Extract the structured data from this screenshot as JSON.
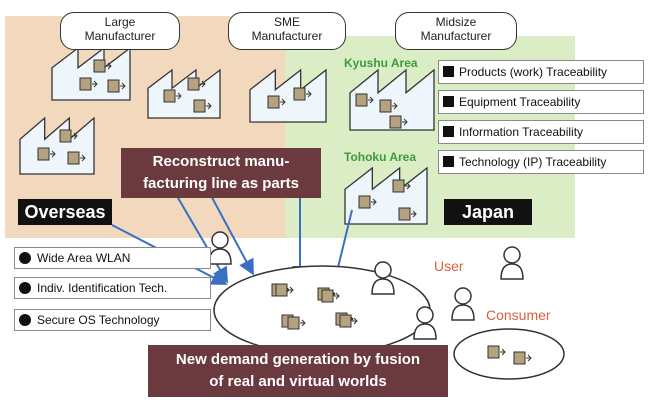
{
  "manufacturers": {
    "large": "Large\nManufacturer",
    "sme": "SME\nManufacturer",
    "midsize": "Midsize\nManufacturer"
  },
  "areas": {
    "kyushu": "Kyushu Area",
    "tohoku": "Tohoku Area"
  },
  "traceability": [
    "Products (work) Traceability",
    "Equipment Traceability",
    "Information Traceability",
    "Technology (IP) Traceability"
  ],
  "technologies": [
    "Wide Area WLAN",
    "Indiv. Identification Tech.",
    "Secure OS Technology"
  ],
  "regions": {
    "overseas": "Overseas",
    "japan": "Japan"
  },
  "callouts": {
    "reconstruct": "Reconstruct manu-\nfacturing line as parts",
    "demand": "New demand generation by fusion\nof real and virtual worlds"
  },
  "roles": {
    "user": "User",
    "consumer": "Consumer"
  },
  "colors": {
    "overseas_bg": "#f2d9bd",
    "japan_bg": "#dbedc4",
    "factory_fill": "#eef6fb",
    "part_fill": "#b5a27e",
    "arrow": "#3a6fc4",
    "callout_bg": "#6b3a3e",
    "area_text": "#3d9a3d",
    "role_text": "#d9603a"
  }
}
